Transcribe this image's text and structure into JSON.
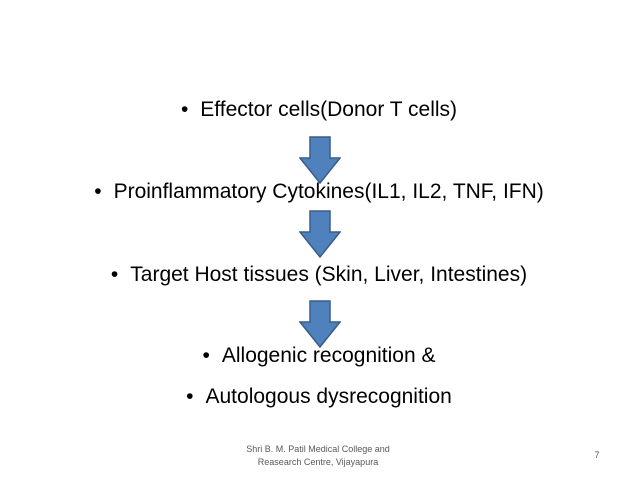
{
  "slide": {
    "bullet_symbol": "•",
    "items": [
      {
        "text": "Effector cells(Donor T cells)"
      },
      {
        "text": "Proinflammatory Cytokines(IL1, IL2, TNF, IFN)"
      },
      {
        "text": "Target Host tissues (Skin, Liver, Intestines)"
      },
      {
        "text": "Allogenic recognition &"
      },
      {
        "text": "Autologous dysrecognition"
      }
    ],
    "arrow_color": "#4F81BD",
    "arrow_border": "#385D8A"
  },
  "footer": {
    "line1": "Shri B. M. Patil Medical College and",
    "line2": "Reasearch Centre, Vijayapura",
    "page_number": "7"
  }
}
